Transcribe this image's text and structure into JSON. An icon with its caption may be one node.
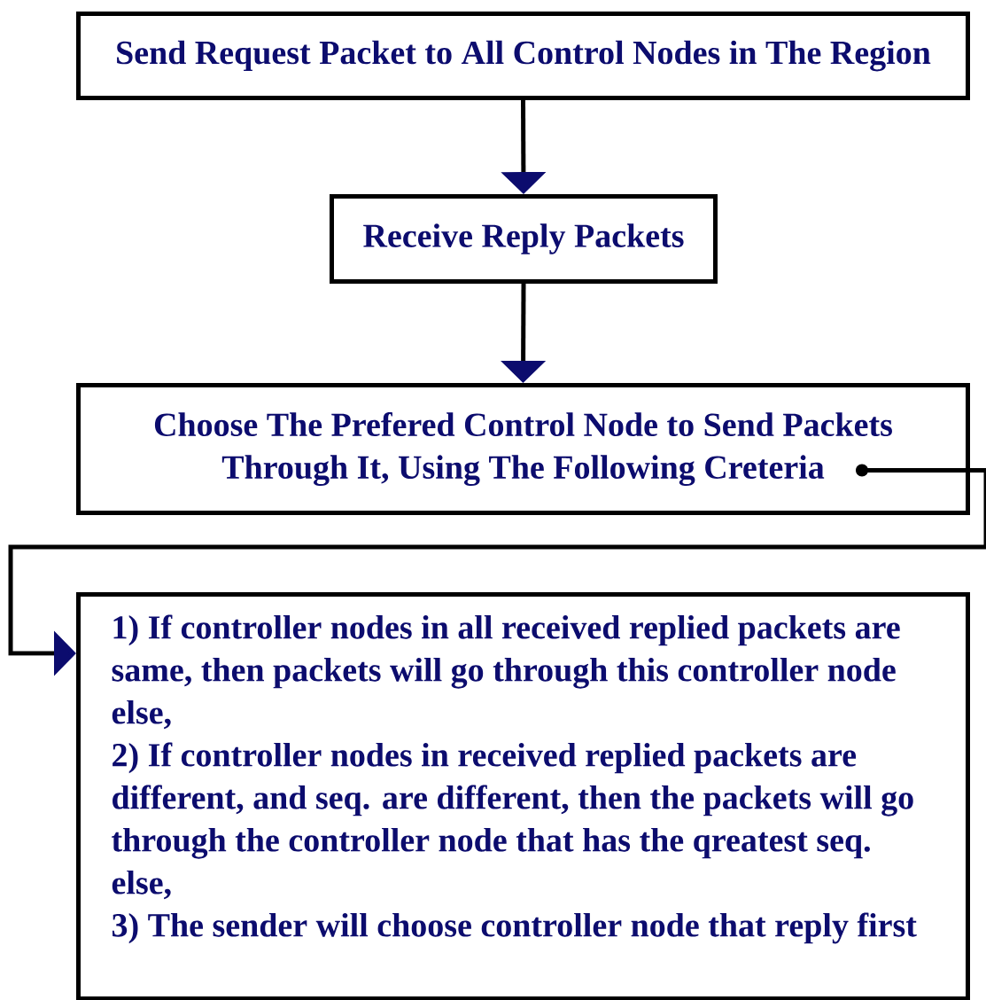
{
  "diagram": {
    "nodes": [
      {
        "text": [
          "Send Request Packet to All Control Nodes in The Region"
        ]
      },
      {
        "text": [
          "Receive Reply Packets"
        ]
      },
      {
        "text": [
          "Choose The Prefered Control Node to Send Packets Through It, Using The Following Creteria"
        ]
      },
      {
        "text": [
          "1) If controller nodes in all received replied packets are same, then packets will go through this controller node",
          "else,",
          "2) If controller nodes in received replied packets are different, and seq. are different, then the packets will go through the controller node that has the qreatest seq.",
          "else,",
          "3) The sender will choose controller node that reply first"
        ]
      }
    ],
    "edges": [
      {
        "from": 0,
        "to": 1,
        "arrow": "to"
      },
      {
        "from": 1,
        "to": 2,
        "arrow": "to"
      },
      {
        "from": 2,
        "to": 3,
        "arrow": "to"
      }
    ]
  }
}
